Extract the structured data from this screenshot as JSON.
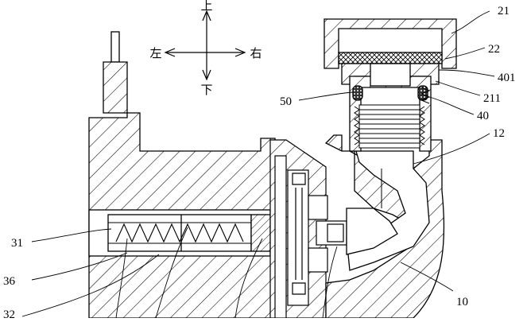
{
  "directions": {
    "up": "上",
    "down": "下",
    "left": "左",
    "right": "右"
  },
  "callouts": {
    "c21": "21",
    "c22": "22",
    "c401": "401",
    "c211": "211",
    "c50": "50",
    "c40": "40",
    "c12": "12",
    "c31": "31",
    "c36": "36",
    "c10": "10",
    "c32": "32"
  },
  "colors": {
    "line": "#000000",
    "background": "#ffffff"
  }
}
